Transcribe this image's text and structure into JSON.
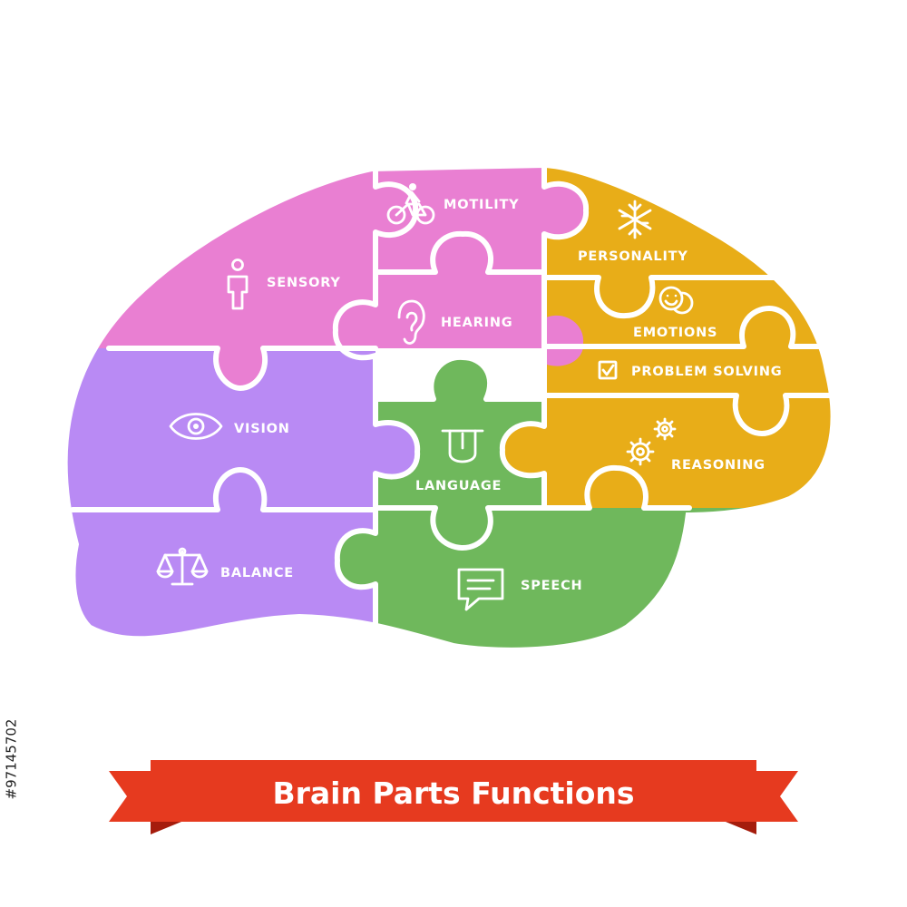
{
  "title": "Brain Parts Functions",
  "side_id": "#97145702",
  "colors": {
    "pink": "#e97fd2",
    "purple": "#b98af4",
    "green": "#6fb85c",
    "orange": "#e8ad18",
    "ribbon": "#e63a1f",
    "ribbon_dark": "#a51c0c",
    "lines": "#ffffff"
  },
  "pieces": {
    "sensory": {
      "label": "SENSORY",
      "icon": "person-icon"
    },
    "motility": {
      "label": "MOTILITY",
      "icon": "bicycle-icon"
    },
    "hearing": {
      "label": "HEARING",
      "icon": "ear-icon"
    },
    "personality": {
      "label": "PERSONALITY",
      "icon": "snowflake-icon"
    },
    "emotions": {
      "label": "EMOTIONS",
      "icon": "smiley-faces-icon"
    },
    "problem_solving": {
      "label": "PROBLEM SOLVING",
      "icon": "checkbox-icon"
    },
    "vision": {
      "label": "VISION",
      "icon": "eye-icon"
    },
    "language": {
      "label": "LANGUAGE",
      "icon": "tongue-icon"
    },
    "reasoning": {
      "label": "REASONING",
      "icon": "gears-icon"
    },
    "balance": {
      "label": "BALANCE",
      "icon": "scales-icon"
    },
    "speech": {
      "label": "SPEECH",
      "icon": "speech-bubble-icon"
    }
  }
}
